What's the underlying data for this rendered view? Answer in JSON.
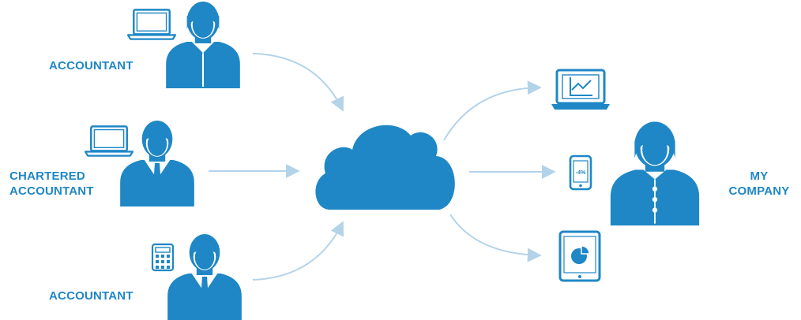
{
  "colors": {
    "primary": "#1f87c6",
    "arrow": "#b3d3e8",
    "white": "#ffffff"
  },
  "nodes": {
    "accountant_top": {
      "label": "ACCOUNTANT",
      "device_icon": "laptop-icon",
      "person_icon": "female-person-icon"
    },
    "chartered_accountant": {
      "label_line1": "CHARTERED",
      "label_line2": "ACCOUNTANT",
      "device_icon": "laptop-icon",
      "person_icon": "male-person-icon"
    },
    "accountant_bottom": {
      "label": "ACCOUNTANT",
      "device_icon": "calculator-icon",
      "person_icon": "male-person-icon"
    },
    "cloud": {
      "icon": "cloud-icon"
    },
    "devices": {
      "laptop_chart": {
        "icon": "laptop-chart-icon"
      },
      "phone": {
        "icon": "smartphone-icon",
        "screen_text": "-4%"
      },
      "tablet": {
        "icon": "tablet-pie-icon"
      }
    },
    "my_company": {
      "label_line1": "MY",
      "label_line2": "COMPANY",
      "person_icon": "female-person-icon"
    }
  }
}
